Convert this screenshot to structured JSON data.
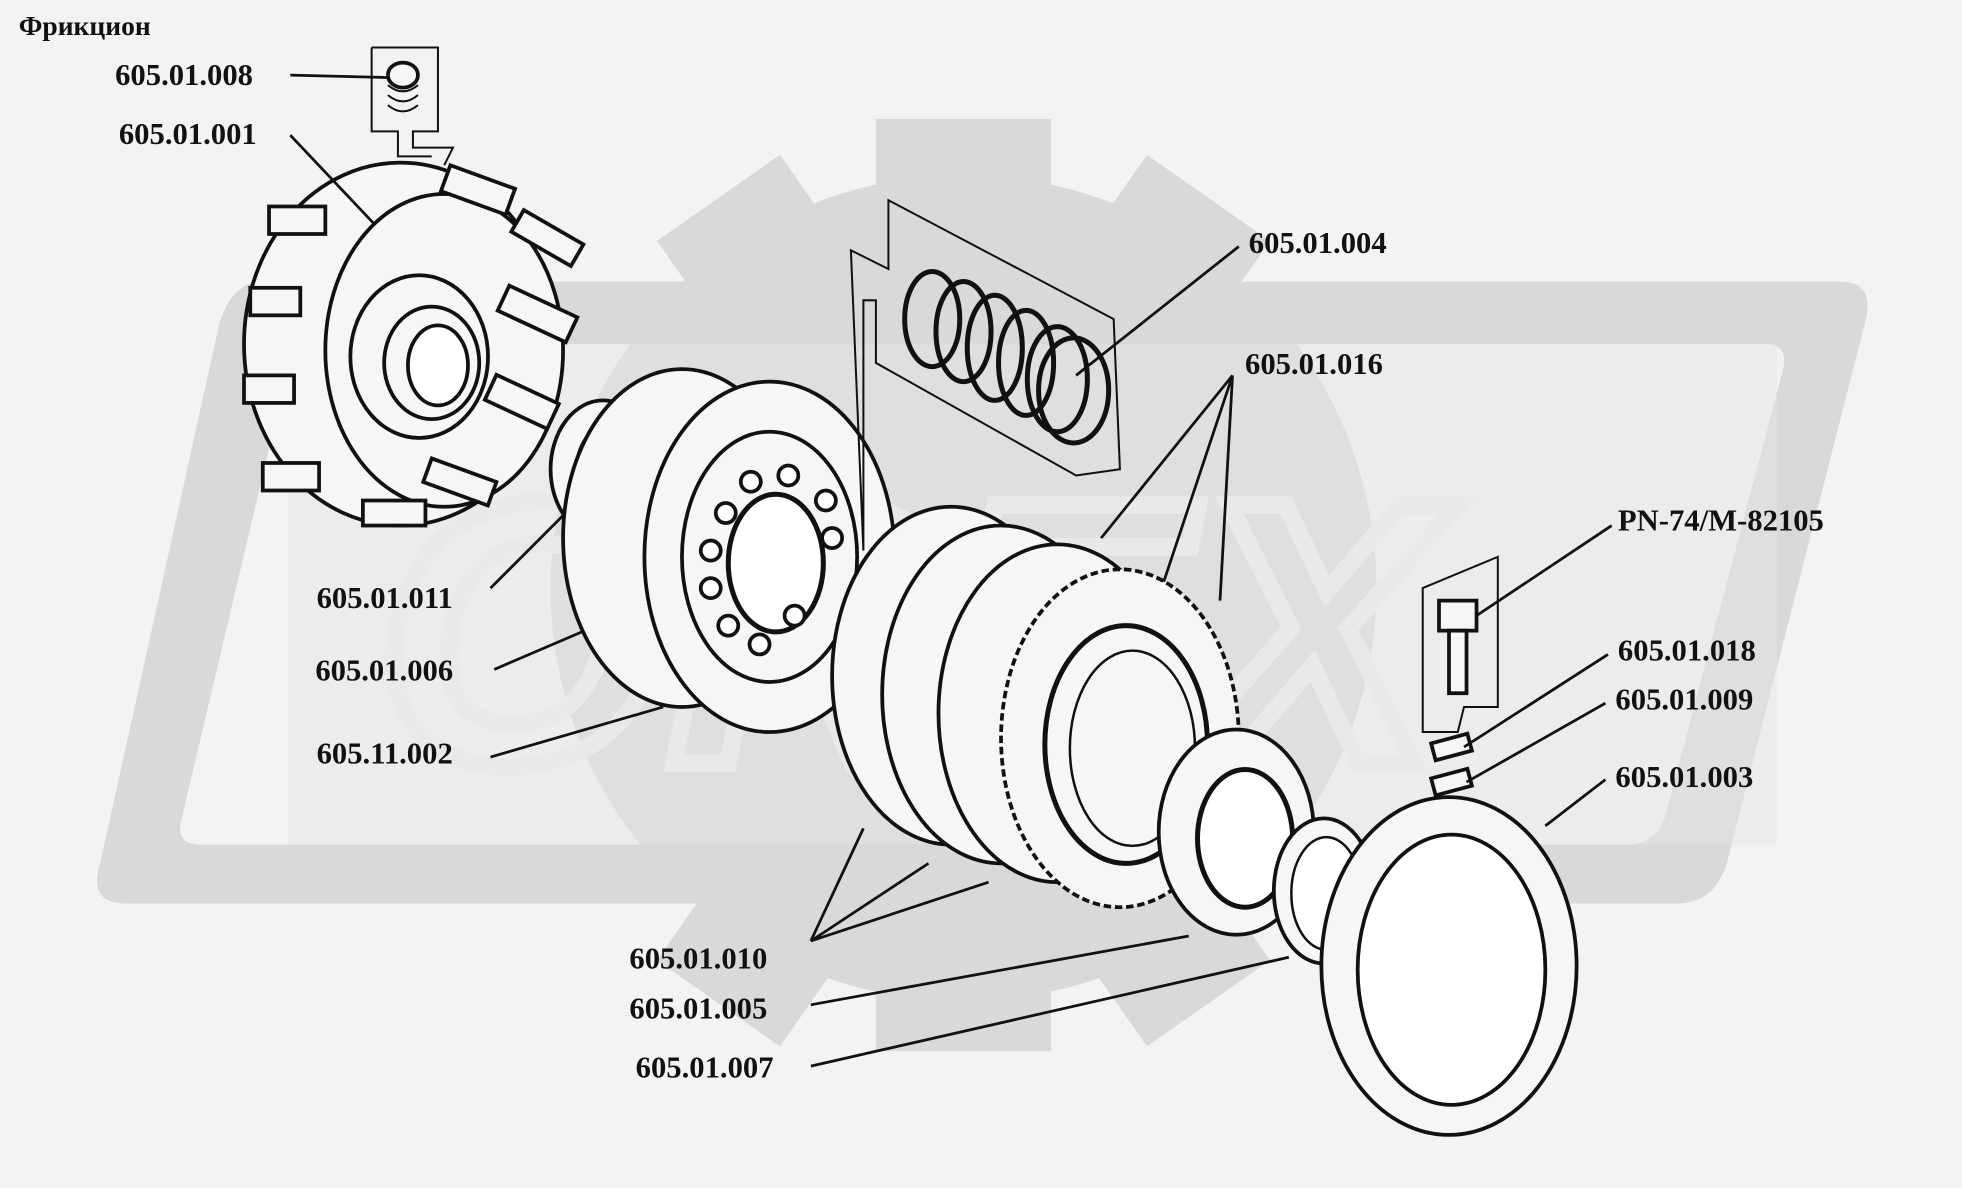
{
  "title": "Фрикцион",
  "watermark": {
    "logo_text": "OREX",
    "color": "#d9d9d8"
  },
  "labels": {
    "p008": "605.01.008",
    "p001": "605.01.001",
    "p004": "605.01.004",
    "p016": "605.01.016",
    "pn": "PN-74/M-82105",
    "p018": "605.01.018",
    "p009": "605.01.009",
    "p003": "605.01.003",
    "p011": "605.01.011",
    "p006": "605.01.006",
    "p002": "605.11.002",
    "p010": "605.01.010",
    "p005": "605.01.005",
    "p007": "605.01.007"
  }
}
